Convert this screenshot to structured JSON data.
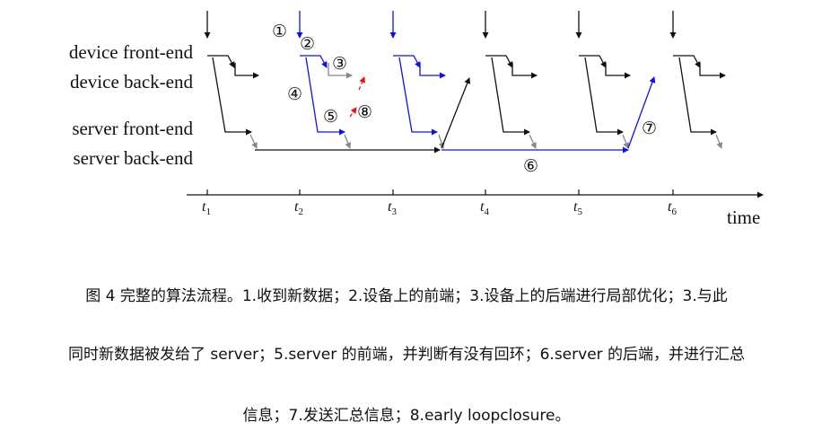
{
  "lanes": [
    "device front-end",
    "device back-end",
    "server front-end",
    "server back-end"
  ],
  "axis": {
    "label": "time",
    "ticks": [
      "t",
      "t",
      "t",
      "t",
      "t",
      "t"
    ],
    "tick_subscripts": [
      "1",
      "2",
      "3",
      "4",
      "5",
      "6"
    ]
  },
  "markers": [
    "①",
    "②",
    "③",
    "④",
    "⑤",
    "⑥",
    "⑦",
    "⑧"
  ],
  "colors": {
    "black": "#111111",
    "blue": "#1010ee",
    "gray": "#888888",
    "red": "#ee1111"
  },
  "caption": {
    "line1": "图 4 完整的算法流程。1.收到新数据；2.设备上的前端；3.设备上的后端进行局部优化；3.与此",
    "line2": "同时新数据被发给了 server；5.server 的前端，并判断有没有回环；6.server 的后端，并进行汇总",
    "line3": "信息；7.发送汇总信息；8.early loopclosure。"
  }
}
